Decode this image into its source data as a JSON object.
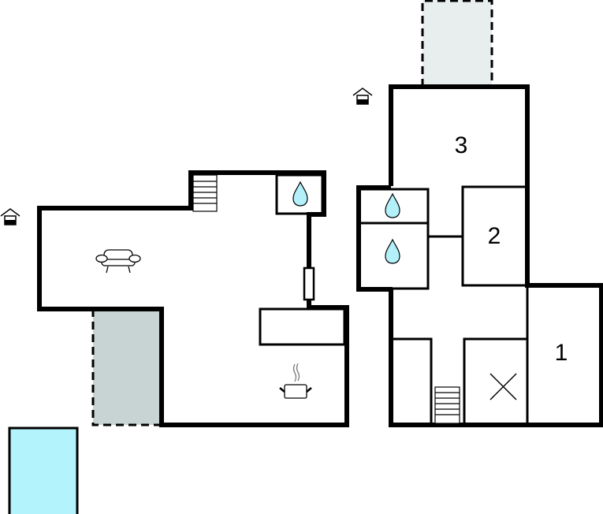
{
  "plan": {
    "room_labels": [
      "3",
      "2",
      "1"
    ],
    "icons": [
      "entrance-icon",
      "sofa-icon",
      "kitchen-pot-icon",
      "water-drop-icon",
      "stairs-icon",
      "cross-icon",
      "pool"
    ],
    "colors": {
      "wall": "#000000",
      "water": "#b3f0fa",
      "pool": "#b3f3fb",
      "terrace_left": "#c8d4d4",
      "terrace_top": "#e8eeee"
    }
  }
}
